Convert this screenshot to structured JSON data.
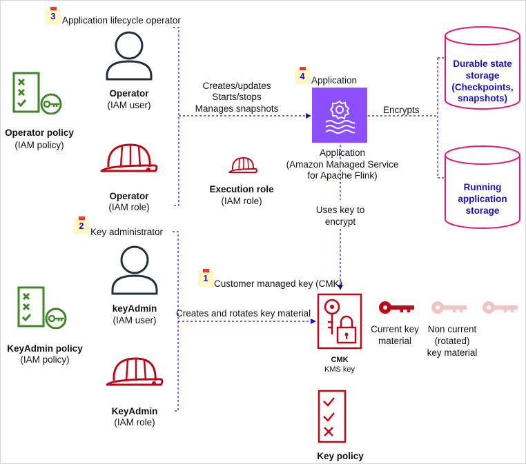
{
  "steps": {
    "s1": {
      "num": "1",
      "label": "Customer managed key (CMK)"
    },
    "s2": {
      "num": "2",
      "label": "Key administrator"
    },
    "s3": {
      "num": "3",
      "label": "Application lifecycle operator"
    },
    "s4": {
      "num": "4",
      "label": "Application"
    }
  },
  "operator_user": {
    "name": "Operator",
    "type": "(IAM user)"
  },
  "operator_role": {
    "name": "Operator",
    "type": "(IAM role)"
  },
  "operator_policy": {
    "name": "Operator policy",
    "type": "(IAM policy)"
  },
  "execution_role": {
    "name": "Execution role",
    "type": "(IAM role)"
  },
  "keyadmin_user": {
    "name": "keyAdmin",
    "type": "(IAM user)"
  },
  "keyadmin_role": {
    "name": "KeyAdmin",
    "type": "(IAM role)"
  },
  "keyadmin_policy": {
    "name": "KeyAdmin policy",
    "type": "(IAM policy)"
  },
  "application": {
    "line1": "Application",
    "line2": "(Amazon Managed Service",
    "line3": "for Apache Flink)"
  },
  "edges": {
    "operator_actions": [
      "Creates/updates",
      "Starts/stops",
      "Manages snapshots"
    ],
    "encrypts": "Encrypts",
    "uses_key": [
      "Uses key to",
      "encrypt"
    ],
    "creates_rotates": "Creates and rotates key material"
  },
  "storage": {
    "durable": [
      "Durable state",
      "storage",
      "(Checkpoints,",
      "snapshots)"
    ],
    "running": [
      "Running",
      "application",
      "storage"
    ]
  },
  "cmk": {
    "name": "CMK",
    "type": "KMS key"
  },
  "key_material": {
    "current": [
      "Current key",
      "material"
    ],
    "noncurrent": [
      "Non current",
      "(rotated)",
      "key material"
    ]
  },
  "key_policy": {
    "name": "Key policy"
  },
  "colors": {
    "green": "#3f8624",
    "red": "#bf0816",
    "pink": "#e7157b",
    "purple": "#8c4fff",
    "navy": "#232f3e",
    "line_blue": "#1a12c2",
    "note_yellow": "#fff8c4",
    "note_red": "#e0402b"
  }
}
